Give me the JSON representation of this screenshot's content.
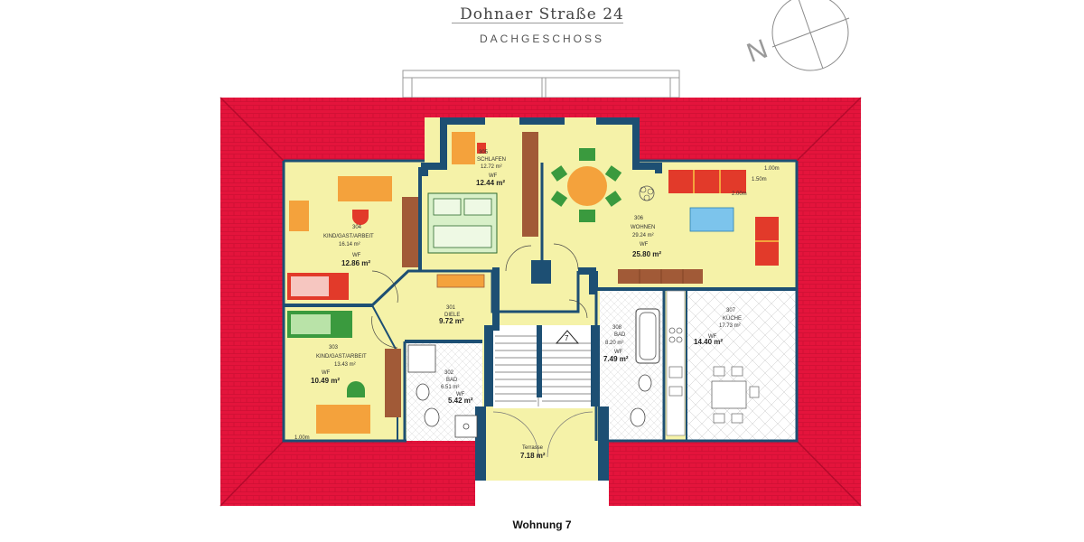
{
  "header": {
    "title": "Dohnaer Straße 24",
    "subtitle": "DACHGESCHOSS"
  },
  "compass": {
    "label": "N"
  },
  "rooms": {
    "r301": {
      "number": "301",
      "name": "DIELE",
      "area": "9.72 m²"
    },
    "r302": {
      "number": "302",
      "name": "BAD",
      "gross": "6.51 m²",
      "wf": "WF",
      "area": "5.42 m²"
    },
    "r303": {
      "number": "303",
      "name": "KIND/GAST/ARBEIT",
      "gross": "13.43 m²",
      "wf": "WF",
      "area": "10.49 m²"
    },
    "r304": {
      "number": "304",
      "name": "KIND/GAST/ARBEIT",
      "gross": "16.14 m²",
      "wf": "WF",
      "area": "12.86 m²"
    },
    "r305": {
      "number": "305",
      "name": "SCHLAFEN",
      "gross": "12.72 m²",
      "wf": "WF",
      "area": "12.44 m²"
    },
    "r306": {
      "number": "306",
      "name": "WOHNEN",
      "gross": "29.24 m²",
      "wf": "WF",
      "area": "25.80 m²"
    },
    "r307": {
      "number": "307",
      "name": "KÜCHE",
      "gross": "17.73 m²",
      "wf": "WF",
      "area": "14.40 m²"
    },
    "r308": {
      "number": "308",
      "name": "BAD",
      "gross": "8.20 m²",
      "wf": "WF",
      "area": "7.49 m²"
    },
    "terrace": {
      "name": "Terrasse",
      "area": "7.18 m²"
    }
  },
  "dimensions": {
    "d1": "1.00m",
    "d2": "1.50m",
    "d3": "2.00m",
    "d4": "1.00m"
  },
  "stairs": {
    "label": "7"
  },
  "caption": "Wohnung 7",
  "colors": {
    "roof": "#e4143c",
    "wall": "#1d4f73",
    "floor": "#f5f2a8",
    "kitchen_floor": "#ffffff",
    "wood": "#a15a37",
    "orange": "#f4a23c",
    "red": "#e23a2a",
    "green": "#3a9a3e",
    "sky": "#7cc4ec"
  }
}
